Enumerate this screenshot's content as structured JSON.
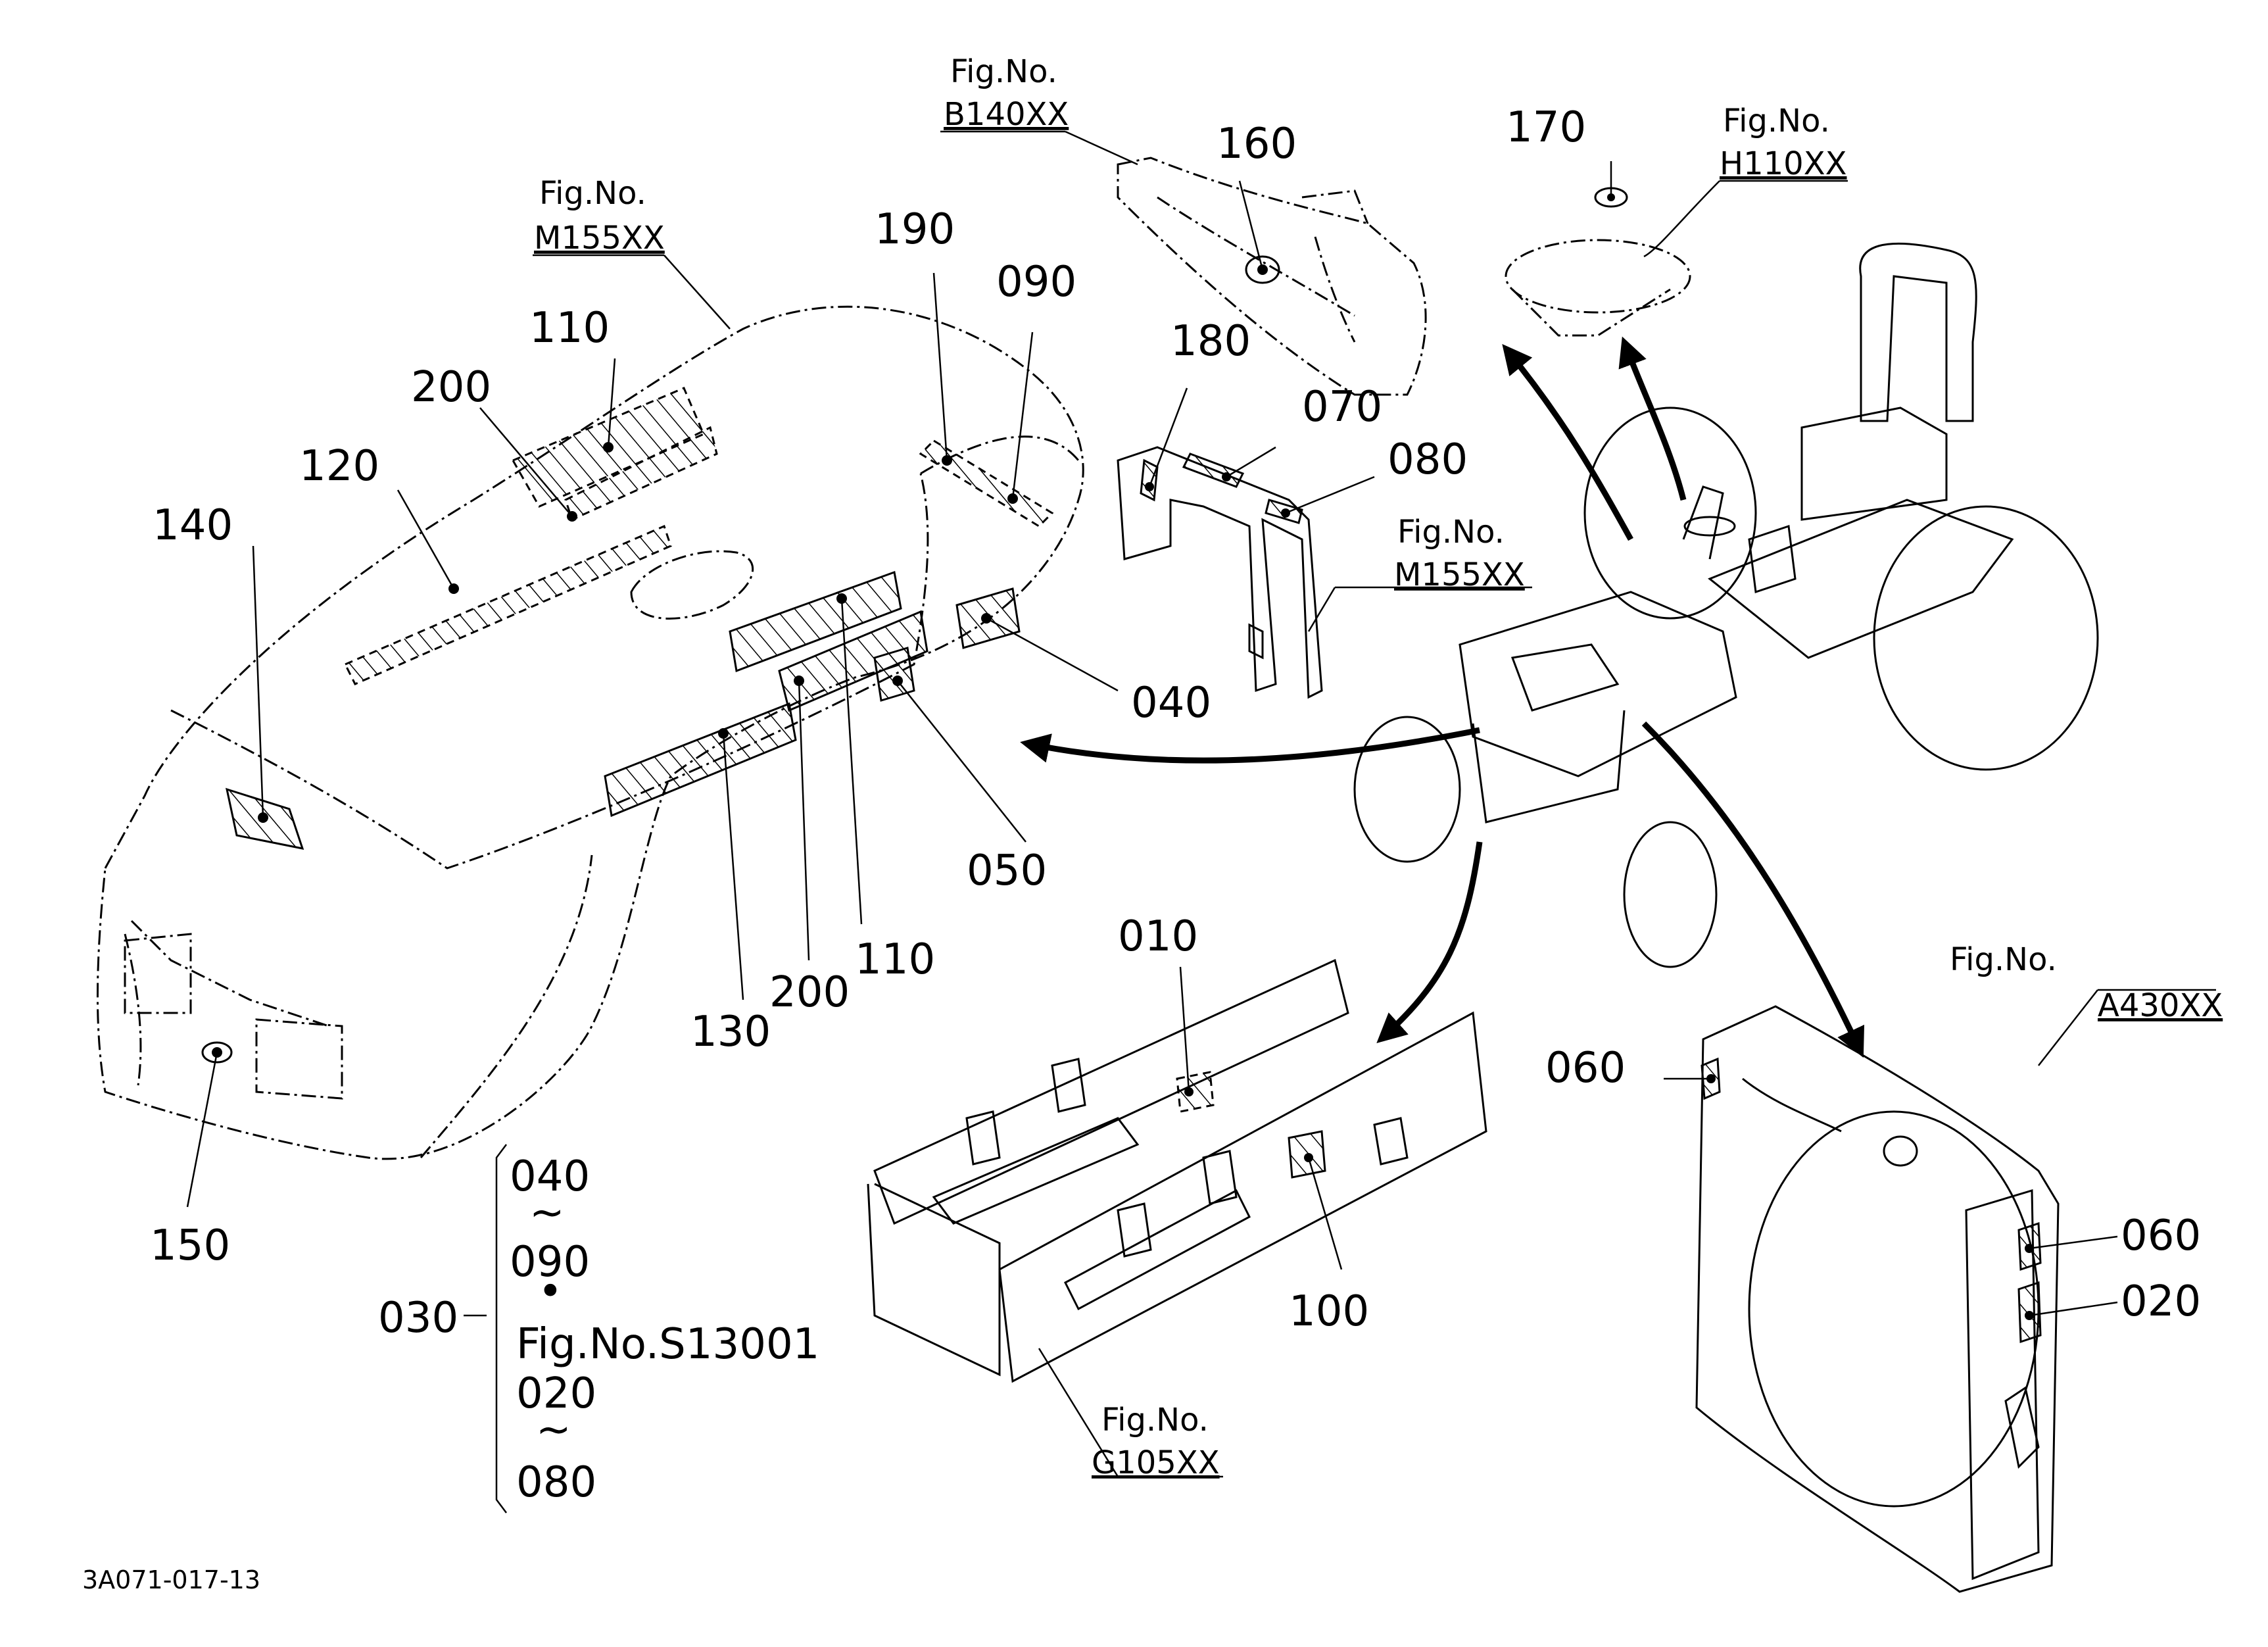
{
  "diagram_id": "3A071-017-13",
  "callouts": {
    "c010": "010",
    "c020": "020",
    "c030": "030",
    "c040": "040",
    "c050": "050",
    "c060a": "060",
    "c060b": "060",
    "c070": "070",
    "c080": "080",
    "c090": "090",
    "c100": "100",
    "c110a": "110",
    "c110b": "110",
    "c120": "120",
    "c130": "130",
    "c140": "140",
    "c150": "150",
    "c160": "160",
    "c170": "170",
    "c180": "180",
    "c190": "190",
    "c200a": "200",
    "c200b": "200"
  },
  "fig_refs": {
    "b140": {
      "title": "Fig.No.",
      "code": "B140XX"
    },
    "h110": {
      "title": "Fig.No.",
      "code": "H110XX"
    },
    "m155_hood": {
      "title": "Fig.No.",
      "code": "M155XX"
    },
    "m155_panel": {
      "title": "Fig.No.",
      "code": "M155XX"
    },
    "a430": {
      "title": "Fig.No.",
      "code": "A430XX"
    },
    "g105": {
      "title": "Fig.No.",
      "code": "G105XX"
    }
  },
  "set_note": {
    "id": "030",
    "line1": "040",
    "tilde1": "~",
    "line2": "090",
    "bullet": "•",
    "line3": "Fig.No.S13001",
    "line4": "020",
    "tilde2": "~",
    "line5": "080"
  }
}
